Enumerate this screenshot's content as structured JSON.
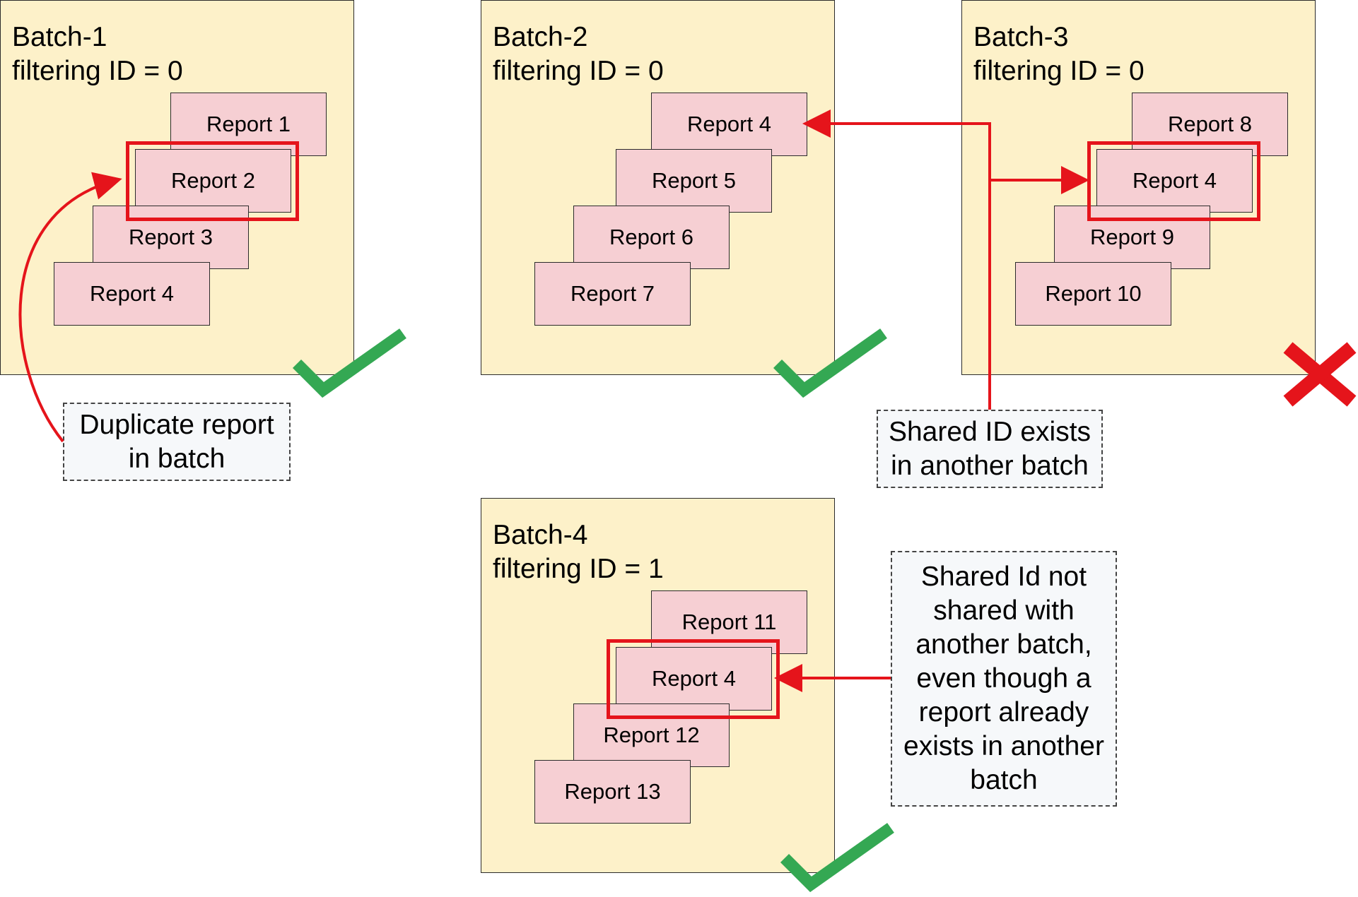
{
  "batches": [
    {
      "title": "Batch-1",
      "filter": "filtering ID = 0",
      "reports": [
        "Report 1",
        "Report 2",
        "Report 3",
        "Report 4"
      ],
      "status": "check-icon"
    },
    {
      "title": "Batch-2",
      "filter": "filtering ID = 0",
      "reports": [
        "Report 4",
        "Report 5",
        "Report 6",
        "Report 7"
      ],
      "status": "check-icon"
    },
    {
      "title": "Batch-3",
      "filter": "filtering ID = 0",
      "reports": [
        "Report 8",
        "Report 4",
        "Report 9",
        "Report 10"
      ],
      "status": "cross-icon"
    },
    {
      "title": "Batch-4",
      "filter": "filtering ID = 1",
      "reports": [
        "Report 11",
        "Report 4",
        "Report 12",
        "Report 13"
      ],
      "status": "check-icon"
    }
  ],
  "notes": {
    "duplicate": "Duplicate report\nin batch",
    "shared_exists": "Shared ID exists\nin another batch",
    "not_shared": "Shared Id not\nshared with\nanother batch,\neven though a\nreport already\nexists in another\nbatch"
  },
  "colors": {
    "batch_fill": "#fdf1c9",
    "report_fill": "#f6cfd3",
    "highlight": "#e5141b",
    "check": "#34a853",
    "cross": "#e5141b"
  }
}
